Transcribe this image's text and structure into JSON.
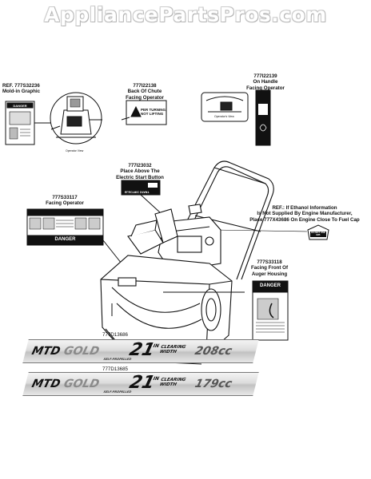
{
  "watermark": "AppliancePartsPros.com",
  "callouts": {
    "molded_graphic": {
      "line1": "REF. 777S32236",
      "line2": "Mold-in Graphic"
    },
    "chute": {
      "line1": "777I22138",
      "line2": "Back Of Chute",
      "line3": "Facing Operator"
    },
    "handle": {
      "line1": "777I22139",
      "line2": "On Handle",
      "line3": "Facing Operator"
    },
    "start_button": {
      "line1": "777I23032",
      "line2": "Place Above The",
      "line3": "Electric Start Button"
    },
    "ethanol": {
      "line1": "REF.: If Ethanol Information",
      "line2": "Is Not Supplied By Engine Manufacturer,",
      "line3": "Place 777X43686 On Engine Close To Fuel Cap"
    },
    "operator": {
      "line1": "777S33117",
      "line2": "Facing Operator"
    },
    "auger": {
      "line1": "777S33118",
      "line2": "Facing Front Of",
      "line3": "Auger Housing"
    },
    "stripe_1": {
      "line1": "777D13686"
    },
    "stripe_2": {
      "line1": "777D13685"
    }
  },
  "decal_text": {
    "danger": "DANGER",
    "turning": "PER TURNING,",
    "not_lifting": "NOT LIFTING",
    "electric_start": "ELECTRIC START",
    "operator_view": "Operator View",
    "operators_view": "Operator's View",
    "ethanol_badge": "DO NOT USE E85"
  },
  "stripes": [
    {
      "brand": "MTD",
      "brand_accent": "GOLD",
      "width_number": "21",
      "width_unit": "IN",
      "caption": "CLEARING WIDTH",
      "engine": "208cc",
      "fine_print": "SELF-PROPELLED"
    },
    {
      "brand": "MTD",
      "brand_accent": "GOLD",
      "width_number": "21",
      "width_unit": "IN",
      "caption": "CLEARING WIDTH",
      "engine": "179cc",
      "fine_print": "SELF-PROPELLED"
    }
  ]
}
